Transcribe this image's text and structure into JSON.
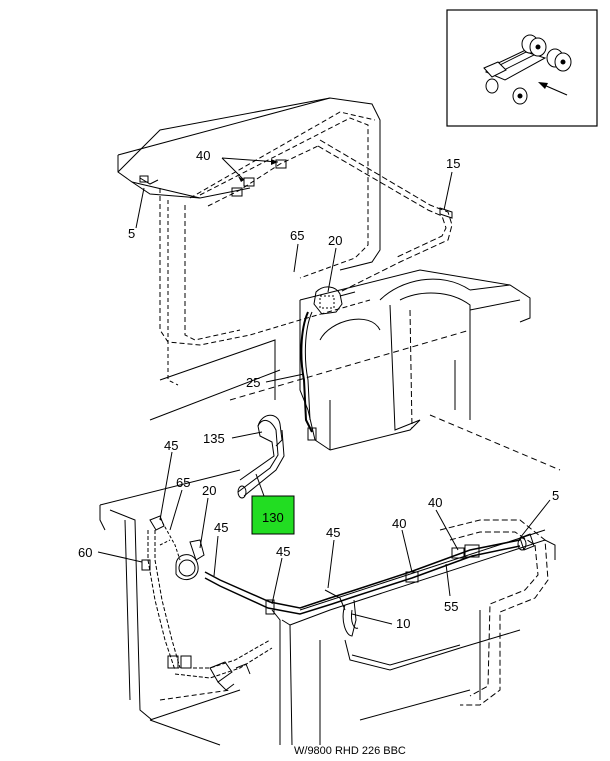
{
  "caption": "W/9800 RHD 226 BBC",
  "highlight_color": "#22dd22",
  "highlighted_part": "130",
  "callouts": {
    "top_40": "40",
    "top_15": "15",
    "top_5": "5",
    "top_65": "65",
    "top_20": "20",
    "top_25": "25",
    "top_135": "135",
    "hl_130": "130",
    "bot_45_a": "45",
    "bot_65": "65",
    "bot_20": "20",
    "bot_45_b": "45",
    "bot_60": "60",
    "bot_45_c": "45",
    "bot_45_d": "45",
    "bot_40_a": "40",
    "bot_40_b": "40",
    "bot_5": "5",
    "bot_55": "55",
    "bot_10": "10"
  },
  "inset_icon": "truck-chassis-locator-icon"
}
